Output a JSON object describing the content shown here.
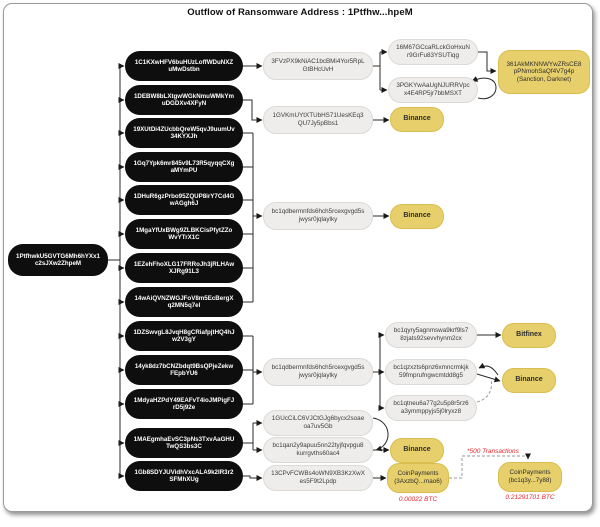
{
  "title": "Outflow of Ransomware Address : 1Ptfhw...hpeM",
  "root": "1PtfhwkU5GVTG6Mh6hYXx1c2sJXw2ZhpeM",
  "black_nodes": [
    "1C1KXwHFV6buHUzLoffWDuNXZuMwDstbn",
    "1DEBW8bLXtgwWGkNmuWMkYmuDGDXv4XFyN",
    "19XUtDi4ZUcbbQreW5qvJ9uumUv34KYXJh",
    "1Gq7Ypk6mr845v9L73R5qyqqCXgaMYmPU",
    "1DHuR6gzPrbo95ZQUP8irY7Cd4GwAGgh6J",
    "1MgaYfUxBWg9ZLBKCisPfytZZoWvYTrX1C",
    "1EZehFhoXLG17FRRoJh3jRLHAwXJRg91L3",
    "14wAiQVNZWGJFoV8m5EcBergXq2MN5q7el",
    "1DZSwvgL8JvqH8gCRiafpjtHQ4hJw2V3gY",
    "14yk8dz7bCNZbdqt9BsQPjeZekwFEpbYU6",
    "1MdyaHZPdY49EAFvT4ioJMPigFJrD5j92e",
    "1MAEgmhaEvSC3pNs3TxvAaGHUTwQS3bs3C",
    "1Gb8SDYJUVidhVxcALA9k2IR3r2SFMhXUg"
  ],
  "mid_nodes": [
    "3FVzPX9kNiAC1bcBMi4Yor5RpLGtBHcUvH",
    "1GVKmUYtXTUbHS71UesKEq3QU7Jy5pBbs1",
    "bc1qdbermnfds6hch5rcexgvgd5sjwysr0jqlaylky",
    "bc1qdbermnfds6hch5rcexgvgd5sjwysr0jqlaylky",
    "1GUcCiLC6VJCtGJg6bycx2soaeoa7uv5Gb",
    "bc1qan2y9apuu5nn22tyjfqvpgu8kurrgvths60ac4",
    "13CPvFCWBs4oWN9XB3KzXwXes5F9t2Lpdp"
  ],
  "right_nodes": [
    "16M67GCcaRLckGoHxuNr9GrFu83YSUTiqg",
    "3PGKYwAaUgNJURRVpcx4E4RP5jr7bbMSXT",
    "bc1qyry5agnmswa9krf9ls78zjats92sevvhynm2cx",
    "bc1qzxzts6pnz6xmncrmkjk59fmprufngwcmtdd8g5",
    "bc1qtneu6a77g2u5p8r5rz6a3ymmppyjs5j0lryxz8"
  ],
  "exchanges": {
    "binance": "Binance",
    "bitfinex": "Bitfinex",
    "sanction_address": "361AkMKNNWYwZRsCE8pPNmohSaQf4V7g4p",
    "sanction_tag": "(Sanction, Darknet)",
    "coinpayments_name": "CoinPayments",
    "coinpayments_1_short": "(3AxzbQ...mao6)",
    "coinpayments_2_short": "(bc1q3y...7y88)"
  },
  "annotations": {
    "amount_1": "0.00022 BTC",
    "amount_2": "0.21291701 BTC",
    "transactions": "*500 Transactions"
  },
  "colors": {
    "node_black": "#0e0e0e",
    "node_gray": "#efedeb",
    "node_yellow": "#e7cf6b",
    "alert_red": "#e8262d"
  }
}
